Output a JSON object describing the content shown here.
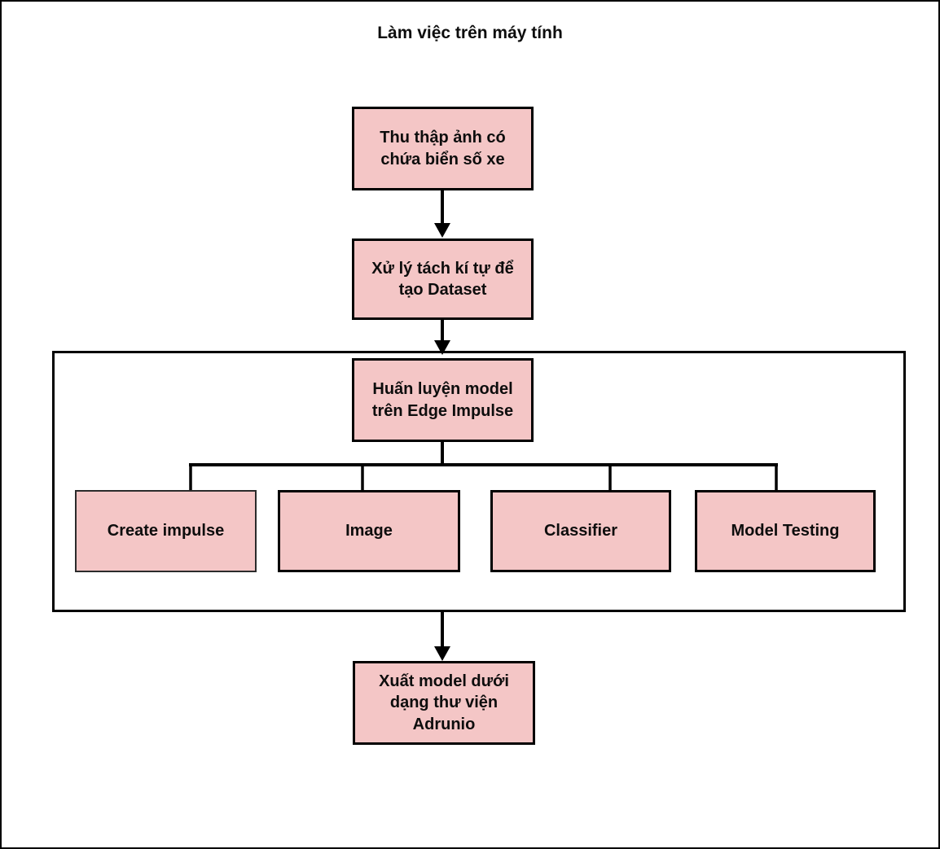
{
  "title": "Làm việc trên máy tính",
  "diagram": {
    "nodes": {
      "collect": "Thu thập ảnh có\nchứa biển số xe",
      "process": "Xử lý tách kí tự để\ntạo Dataset",
      "train": "Huấn luyện model\ntrên Edge Impulse",
      "create_impulse": "Create impulse",
      "image": "Image",
      "classifier": "Classifier",
      "model_testing": "Model Testing",
      "export": "Xuất model dưới\ndạng thư viện\nAdrunio"
    },
    "edges": [
      {
        "from": "collect",
        "to": "process",
        "type": "arrow"
      },
      {
        "from": "process",
        "to": "train",
        "type": "arrow"
      },
      {
        "from": "train",
        "to": "create_impulse",
        "type": "line"
      },
      {
        "from": "train",
        "to": "image",
        "type": "line"
      },
      {
        "from": "train",
        "to": "classifier",
        "type": "line"
      },
      {
        "from": "train",
        "to": "model_testing",
        "type": "line"
      },
      {
        "from": "edge_impulse_group",
        "to": "export",
        "type": "arrow"
      }
    ]
  },
  "colors": {
    "node_fill": "#f4c6c6",
    "node_border": "#000000",
    "connector": "#000000",
    "background": "#ffffff"
  }
}
